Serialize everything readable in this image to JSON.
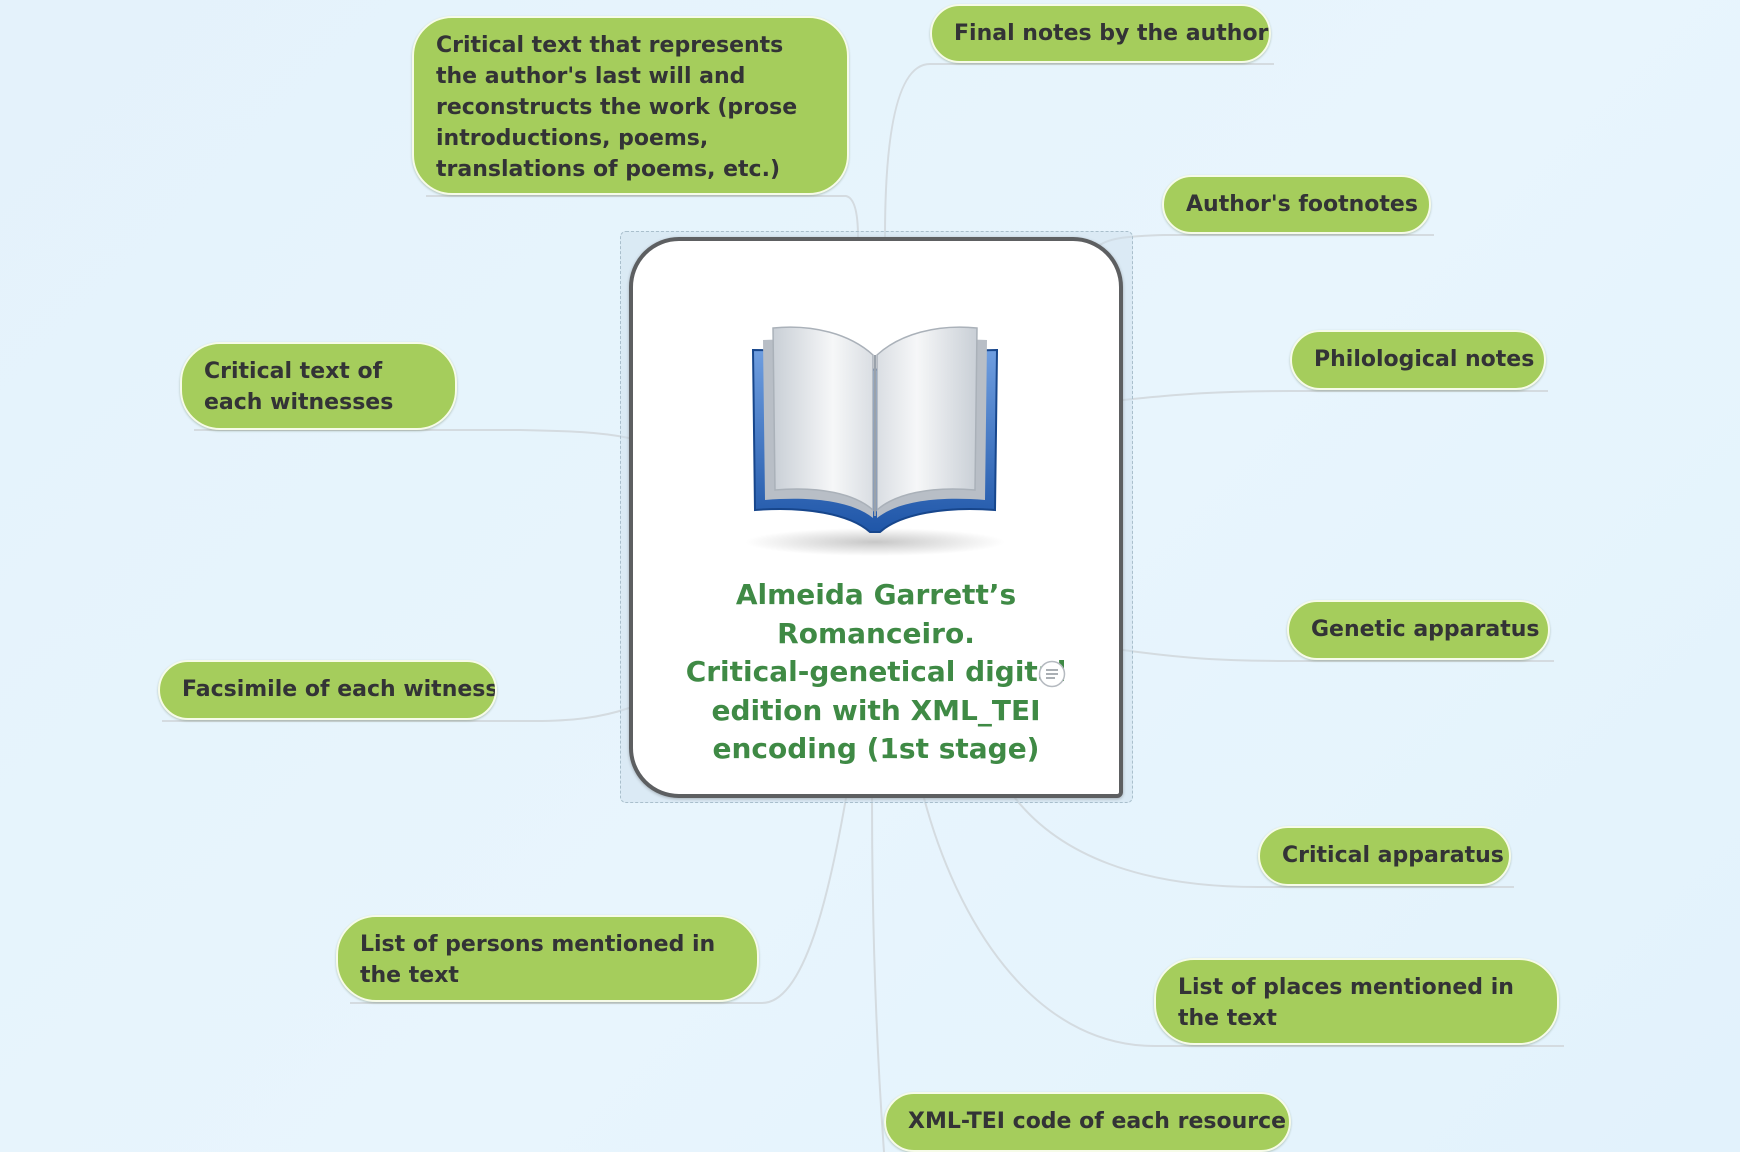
{
  "map": {
    "central_topic": {
      "title": "Almeida Garrett’s\nRomanceiro.\nCritical-genetical digital\nedition with XML_TEI\nencoding (1st stage)",
      "title_color": "#3f8a45",
      "image_icon": "open-book-icon",
      "note_icon": "note-icon"
    },
    "topics": [
      {
        "key": "critical_text_last_will",
        "label": "Critical text that represents the author's last will and reconstructs the work (prose introductions, poems, translations of poems, etc.)"
      },
      {
        "key": "final_notes",
        "label": "Final notes by the author"
      },
      {
        "key": "authors_footnotes",
        "label": "Author's footnotes"
      },
      {
        "key": "critical_text_witnesses",
        "label": "Critical text of each witnesses"
      },
      {
        "key": "philological_notes",
        "label": "Philological notes"
      },
      {
        "key": "genetic_apparatus",
        "label": "Genetic apparatus"
      },
      {
        "key": "facsimile",
        "label": "Facsimile of each witness"
      },
      {
        "key": "critical_apparatus",
        "label": "Critical apparatus"
      },
      {
        "key": "list_persons",
        "label": "List of persons mentioned in the text"
      },
      {
        "key": "list_places",
        "label": "List of places mentioned in the text"
      },
      {
        "key": "xml_tei_code",
        "label": "XML-TEI code of each resource"
      }
    ]
  },
  "colors": {
    "background": "#e4f2fb",
    "topic_fill": "#a5cd5c",
    "topic_text": "#333336",
    "connector": "#d4dbe0",
    "central_border": "#5d5f61"
  }
}
